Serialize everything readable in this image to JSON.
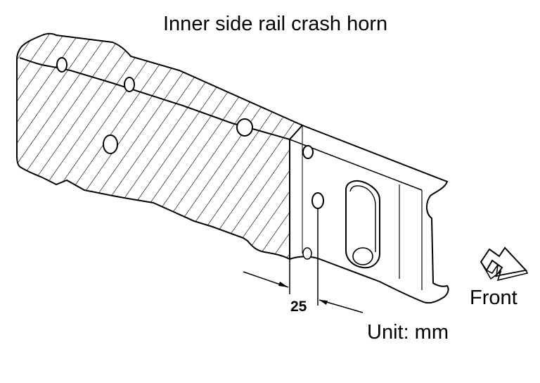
{
  "title": "Inner side rail crash horn",
  "dimension": {
    "value": "25"
  },
  "direction_label": "Front",
  "unit_label": "Unit: mm",
  "colors": {
    "line": "#000000",
    "background": "#ffffff"
  }
}
